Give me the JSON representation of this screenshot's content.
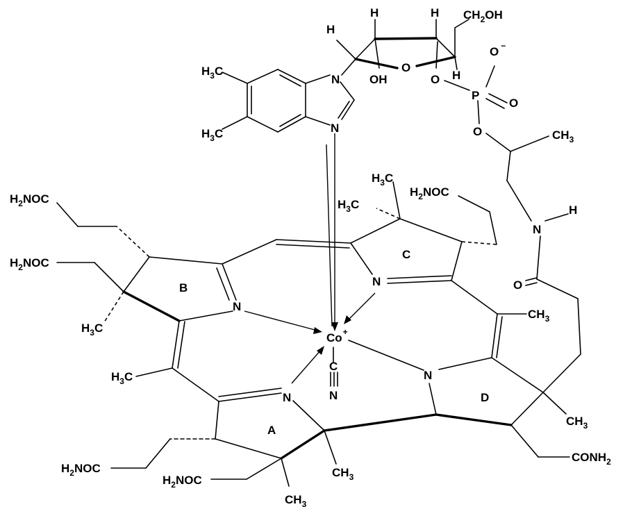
{
  "labels": {
    "h_sugar_left": "H",
    "h_sugar_top1": "H",
    "h_sugar_top2": "H",
    "ch2oh": "CH",
    "ch2oh_sub": "2",
    "ch2oh_tail": "OH",
    "o_minus_o": "O",
    "o_minus_sign": "−",
    "oh_sugar": "OH",
    "o_ring": "O",
    "o_ester": "O",
    "h_ring": "H",
    "p": "P",
    "p_o": "O",
    "o_phos_low": "O",
    "n_benz_top": "N",
    "n_benz_bot": "N",
    "h3c_benz1": "H",
    "h3c_benz1_sub": "3",
    "h3c_benz1_tail": "C",
    "h3c_benz2": "H",
    "h3c_benz2_sub": "3",
    "h3c_benz2_tail": "C",
    "ch3_prop": "CH",
    "ch3_prop_sub": "3",
    "nh_n": "N",
    "nh_h": "H",
    "amide_o": "O",
    "h2noc_b1": "H",
    "h2noc_b1_sub": "2",
    "h2noc_b1_tail": "NOC",
    "h2noc_b2": "H",
    "h2noc_b2_sub": "2",
    "h2noc_b2_tail": "NOC",
    "h3c_b": "H",
    "h3c_b_sub": "3",
    "h3c_b_tail": "C",
    "h3c_c_top": "H",
    "h3c_c_top_sub": "3",
    "h3c_c_top_tail": "C",
    "h3c_c_mid": "H",
    "h3c_c_mid_sub": "3",
    "h3c_c_mid_tail": "C",
    "h2noc_c": "H",
    "h2noc_c_sub": "2",
    "h2noc_c_tail": "NOC",
    "ring_b": "B",
    "ring_c": "C",
    "ring_a": "A",
    "ring_d": "D",
    "n_b": "N",
    "n_c": "N",
    "n_a": "N",
    "n_d": "N",
    "co": "Co",
    "co_charge": "+",
    "cn_c": "C",
    "cn_n": "N",
    "ch3_right": "CH",
    "ch3_right_sub": "3",
    "ch3_d": "CH",
    "ch3_d_sub": "3",
    "h3c_meso": "H",
    "h3c_meso_sub": "3",
    "h3c_meso_tail": "C",
    "conh2": "CONH",
    "conh2_sub": "2",
    "ch3_a": "CH",
    "ch3_a_sub": "3",
    "ch3_a2": "CH",
    "ch3_a2_sub": "3",
    "h2noc_a1": "H",
    "h2noc_a1_sub": "2",
    "h2noc_a1_tail": "NOC",
    "h2noc_a2": "H",
    "h2noc_a2_sub": "2",
    "h2noc_a2_tail": "NOC"
  }
}
